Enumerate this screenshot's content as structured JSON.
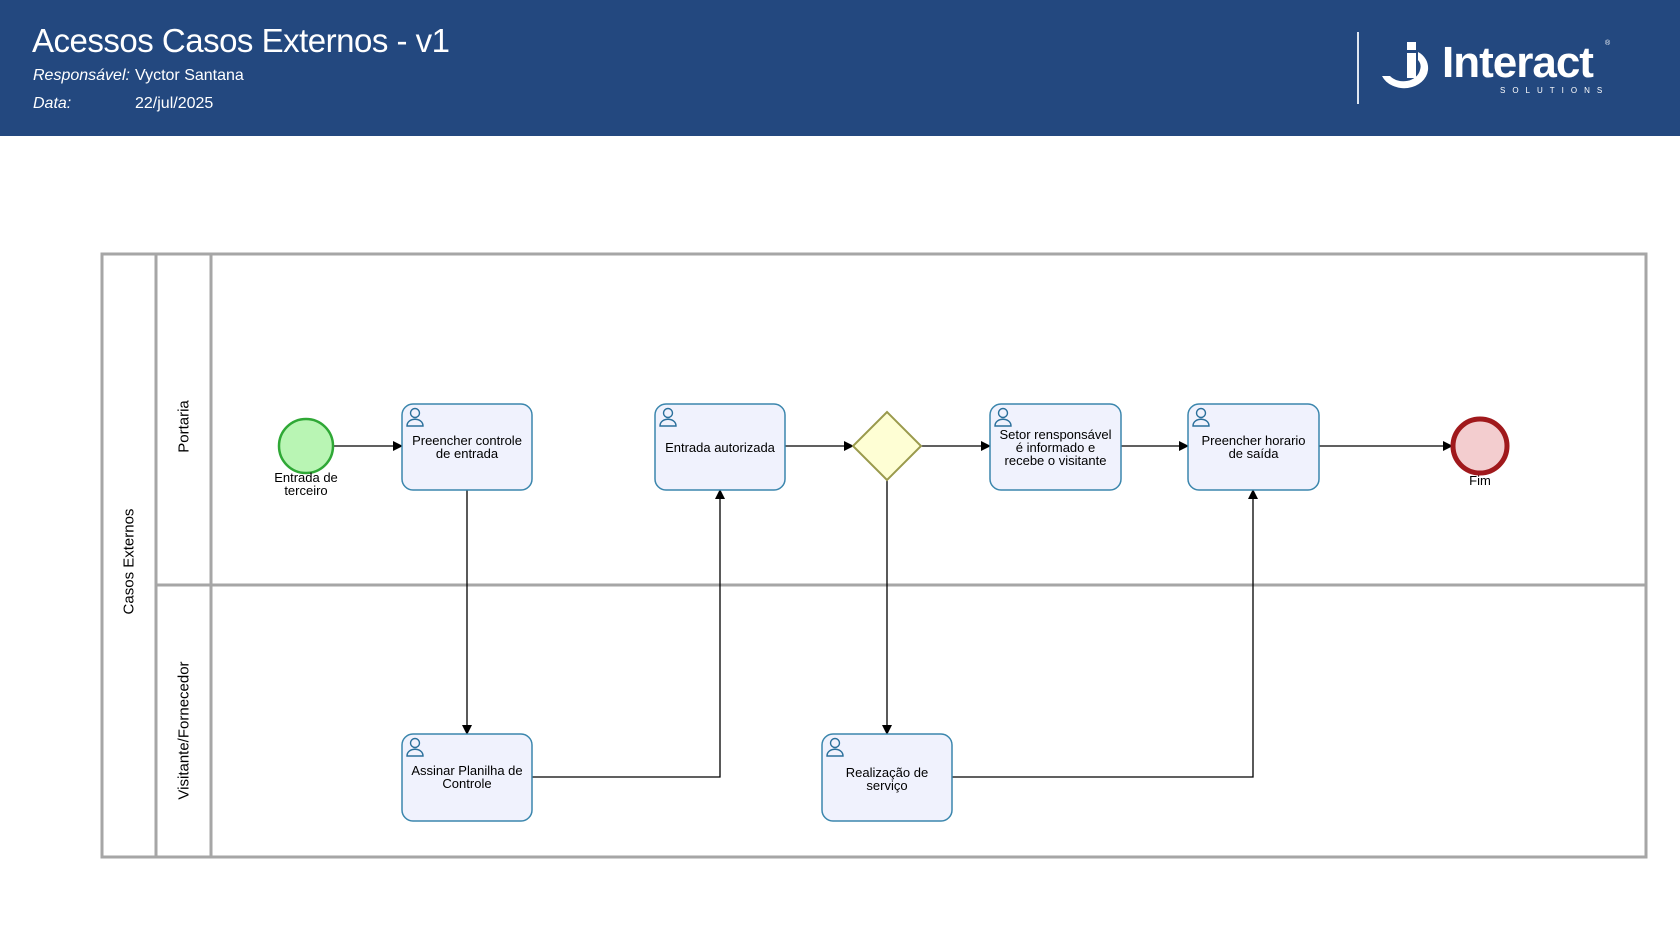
{
  "header": {
    "title": "Acessos Casos Externos - v1",
    "responsavel_label": "Responsável:",
    "responsavel_value": "Vyctor Santana",
    "data_label": "Data:",
    "data_value": "22/jul/2025",
    "logo": {
      "name": "Interact",
      "subtitle": "SOLUTIONS",
      "registered": "®"
    },
    "background_color": "#23487f"
  },
  "pool": {
    "label": "Casos Externos",
    "lanes": [
      {
        "label": "Portaria"
      },
      {
        "label": "Visitante/Fornecedor"
      }
    ]
  },
  "elements": {
    "start": {
      "type": "start-event",
      "label": "Entrada de\nterceiro",
      "color": "#2fa836"
    },
    "task1": {
      "type": "user-task",
      "label": "Preencher controle\nde entrada"
    },
    "task2": {
      "type": "user-task",
      "label": "Entrada autorizada"
    },
    "gateway": {
      "type": "exclusive-gateway",
      "label": ""
    },
    "task3": {
      "type": "user-task",
      "label": "Setor rensponsável\né informado e\nrecebe o visitante"
    },
    "task4": {
      "type": "user-task",
      "label": "Preencher horario\nde saída"
    },
    "end": {
      "type": "end-event",
      "label": "Fim",
      "color": "#a0191c"
    },
    "task5": {
      "type": "user-task",
      "label": "Assinar Planilha de\nControle"
    },
    "task6": {
      "type": "user-task",
      "label": "Realização de\nserviço"
    }
  },
  "flows": [
    {
      "from": "start",
      "to": "task1"
    },
    {
      "from": "task1",
      "to": "task5"
    },
    {
      "from": "task5",
      "to": "task2"
    },
    {
      "from": "task2",
      "to": "gateway"
    },
    {
      "from": "gateway",
      "to": "task3"
    },
    {
      "from": "gateway",
      "to": "task6"
    },
    {
      "from": "task6",
      "to": "task4"
    },
    {
      "from": "task3",
      "to": "task4"
    },
    {
      "from": "task4",
      "to": "end"
    }
  ]
}
